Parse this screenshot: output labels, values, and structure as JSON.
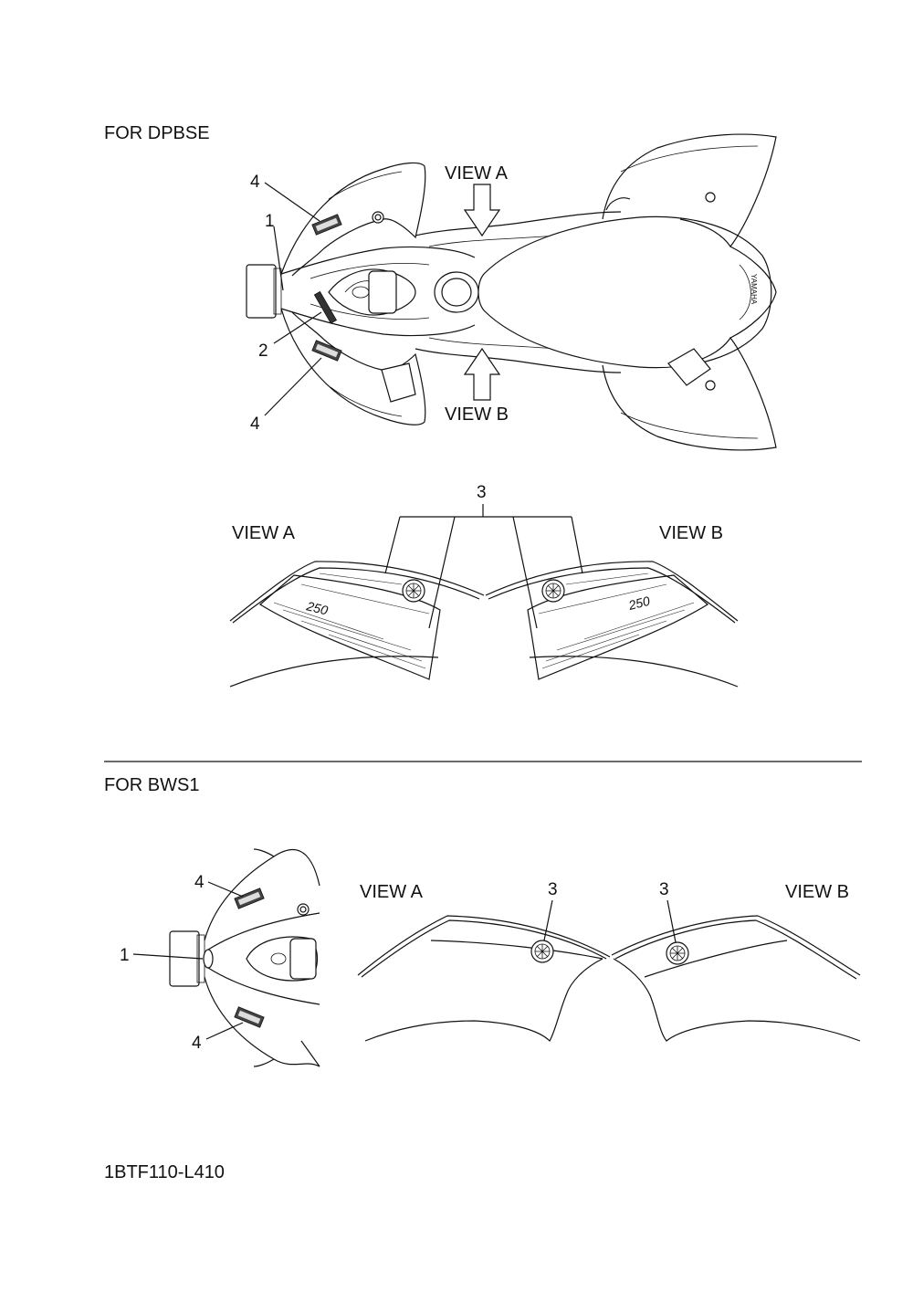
{
  "section_dpbse": {
    "heading": "FOR  DPBSE",
    "view_a_label": "VIEW A",
    "view_b_label": "VIEW B",
    "detail_view_a_label": "VIEW A",
    "detail_view_b_label": "VIEW B",
    "callouts": {
      "top_4": "4",
      "top_1": "1",
      "top_2": "2",
      "bottom_4": "4",
      "detail_3": "3"
    }
  },
  "section_bws1": {
    "heading": "FOR BWS1",
    "view_a_label": "VIEW A",
    "view_b_label": "VIEW B",
    "callouts": {
      "top_4": "4",
      "top_1": "1",
      "bottom_4": "4",
      "view_a_3": "3",
      "view_b_3": "3"
    }
  },
  "footer": {
    "code": "1BTF110-L410"
  },
  "decal_text": {
    "brand": "YAMAHA",
    "model": "250"
  }
}
